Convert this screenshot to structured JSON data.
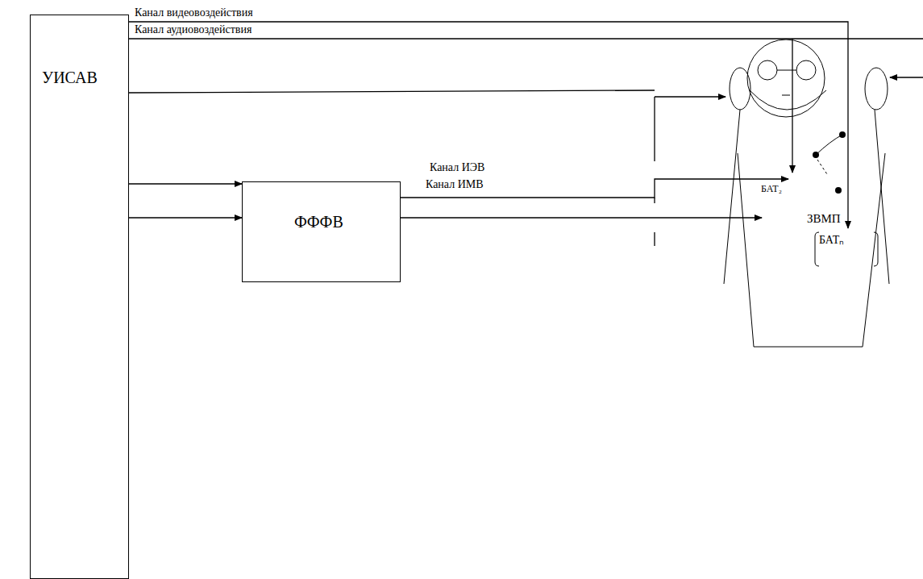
{
  "diagram": {
    "nodes": [
      {
        "text": [
          "УИСАВ"
        ]
      },
      {
        "text": [
          "ФФФВ"
        ]
      },
      {
        "text": [
          "БАТₙ"
        ]
      }
    ],
    "edges": [
      {
        "from": 0,
        "to": 1,
        "arrow": "to"
      },
      {
        "from": 0,
        "to": 1,
        "arrow": "to"
      }
    ],
    "labels": [
      "Канал видеовоздействия",
      "Канал аудиовоздействия",
      "Канал ИЭВ",
      "Канал ИМВ",
      "БАТ₂",
      "ЗВМП"
    ]
  }
}
